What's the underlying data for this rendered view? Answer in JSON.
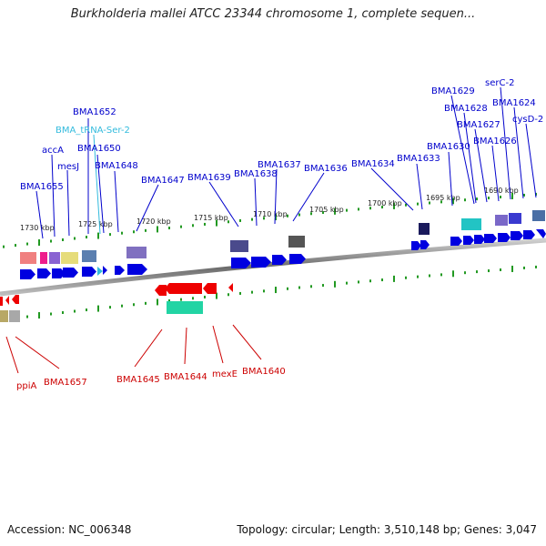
{
  "title": "Burkholderia mallei ATCC 23344 chromosome 1, complete sequen...",
  "footer": {
    "accession": "Accession: NC_006348",
    "topology": "Topology: circular; Length: 3,510,148 bp; Genes: 3,047"
  },
  "kbp_labels": [
    "1730 kbp",
    "1725 kbp",
    "1720 kbp",
    "1715 kbp",
    "1710 kbp",
    "1705 kbp",
    "1700 kbp",
    "1695 kbp",
    "1690 kbp"
  ],
  "forward_genes": [
    "BMA1655",
    "accA",
    "mesJ",
    "BMA1652",
    "BMA_tRNA-Ser-2",
    "BMA1650",
    "BMA1648",
    "BMA1647",
    "BMA1639",
    "BMA1638",
    "BMA1637",
    "BMA1636",
    "BMA1634",
    "BMA1633",
    "BMA1630",
    "BMA1629",
    "BMA1628",
    "BMA1627",
    "BMA1626",
    "serC-2",
    "BMA1624",
    "cysD-2"
  ],
  "reverse_genes": [
    "ppiA",
    "BMA1657",
    "BMA1645",
    "BMA1644",
    "mexE",
    "BMA1640"
  ],
  "colors": {
    "forward_gene": "#0000e0",
    "trna": "#33bbdd",
    "reverse_gene": "#ee0000",
    "backbone": "#777777",
    "tick": "#229922"
  }
}
